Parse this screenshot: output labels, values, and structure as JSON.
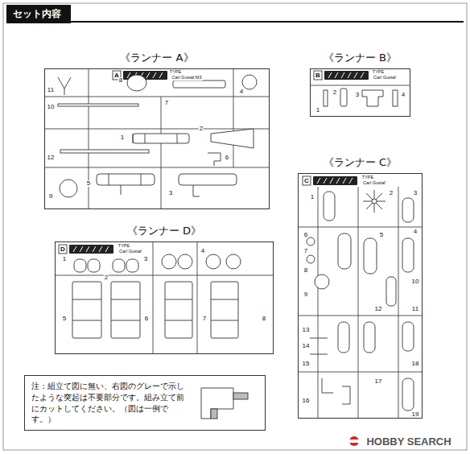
{
  "diagram": {
    "title": "セット内容",
    "nodes": [
      {
        "text": [
          "《ランナー A》"
        ]
      },
      {
        "text": [
          "《ランナー B》"
        ]
      },
      {
        "text": [
          "《ランナー C》"
        ]
      },
      {
        "text": [
          "《ランナー D》"
        ]
      },
      {
        "text": [
          "注：組立て図に無い、右図のグレーで示したような突起は不要部分です。組み立て前にカットしてください。（図は一例です。）"
        ]
      }
    ],
    "labels": [
      "A",
      "TYPE",
      "Carl Gustaf M3",
      "11",
      "10",
      "8",
      "7",
      "4",
      "1",
      "12",
      "2",
      "5",
      "6",
      "9",
      "3",
      "B",
      "TYPE",
      "Carl Gustaf",
      "1",
      "2",
      "3",
      "4",
      "C",
      "TYPE",
      "Carl Gustaf",
      "1",
      "2",
      "3",
      "4",
      "5",
      "6",
      "7",
      "8",
      "9",
      "10",
      "11",
      "12",
      "13",
      "14",
      "15",
      "16",
      "17",
      "18",
      "19",
      "D",
      "TYPE",
      "Carl Gustaf",
      "1",
      "2",
      "3",
      "4",
      "5",
      "6",
      "7",
      "8",
      "HOBBY SEARCH"
    ]
  }
}
